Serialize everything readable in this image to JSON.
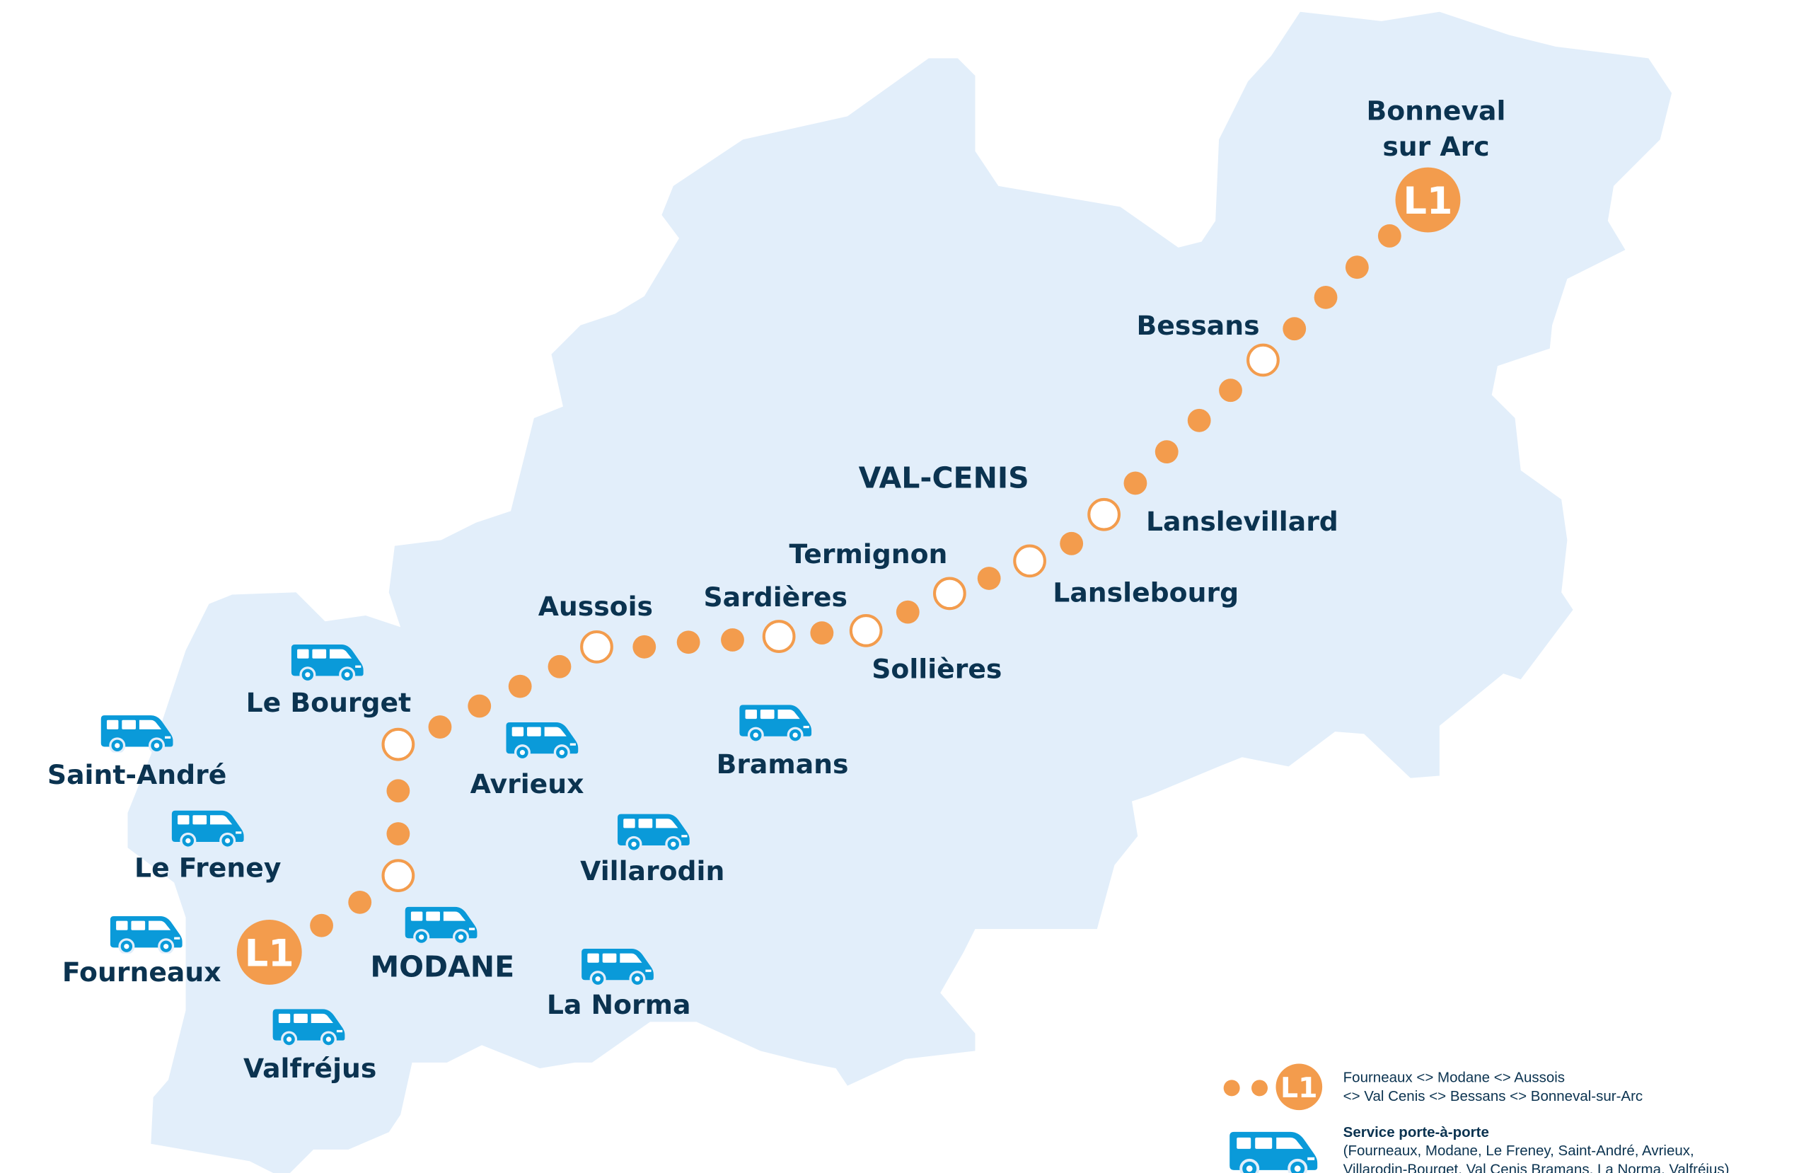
{
  "colors": {
    "map_fill": "#e2eefa",
    "line": "#f39c4d",
    "text": "#0b3350",
    "van": "#0a9ad9"
  },
  "line_badge": "L1",
  "places": {
    "bonneval_1": "Bonneval",
    "bonneval_2": "sur Arc",
    "bessans": "Bessans",
    "val_cenis": "VAL-CENIS",
    "lanslevillard": "Lanslevillard",
    "termignon": "Termignon",
    "lanslebourg": "Lanslebourg",
    "sardieres": "Sardières",
    "aussois": "Aussois",
    "sollieres": "Sollières",
    "le_bourget": "Le Bourget",
    "saint_andre": "Saint-André",
    "avrieux": "Avrieux",
    "bramans": "Bramans",
    "le_freney": "Le Freney",
    "villarodin": "Villarodin",
    "fourneaux": "Fourneaux",
    "modane": "MODANE",
    "la_norma": "La Norma",
    "valfrejus": "Valfréjus"
  },
  "legend": {
    "line_text_1": "Fourneaux <> Modane <> Aussois",
    "line_text_2": "<> Val Cenis <> Bessans <> Bonneval-sur-Arc",
    "service_title": "Service porte-à-porte",
    "service_text_1": "(Fourneaux, Modane, Le Freney, Saint-André, Avrieux,",
    "service_text_2": "Villarodin-Bourget, Val Cenis Bramans, La Norma, Valfréjus)"
  }
}
